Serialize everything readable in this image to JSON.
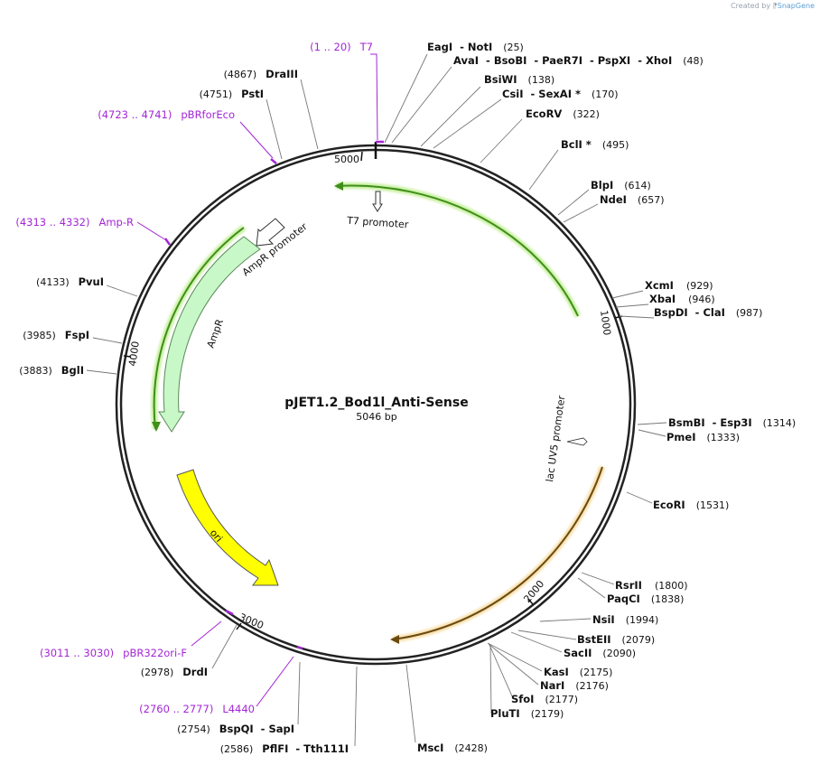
{
  "credit": {
    "prefix": "Created by",
    "brand": "SnapGene"
  },
  "plasmid": {
    "name": "pJET1.2_Bod1l_Anti-Sense",
    "length": "5046 bp"
  },
  "ticks": [
    "1000",
    "2000",
    "3000",
    "4000",
    "5000"
  ],
  "enzymes_right": [
    {
      "name": "EagI",
      "extra": [
        "NotI"
      ],
      "pos": "(25)"
    },
    {
      "name": "AvaI",
      "extra": [
        "BsoBI",
        "PaeR7I",
        "PspXI",
        "XhoI"
      ],
      "pos": "(48)"
    },
    {
      "name": "BsiWI",
      "extra": [],
      "pos": "(138)"
    },
    {
      "name": "CsiI",
      "extra": [
        "SexAI *"
      ],
      "pos": "(170)"
    },
    {
      "name": "EcoRV",
      "extra": [],
      "pos": "(322)"
    },
    {
      "name": "BclI *",
      "extra": [],
      "pos": "(495)"
    },
    {
      "name": "BlpI",
      "extra": [],
      "pos": "(614)"
    },
    {
      "name": "NdeI",
      "extra": [],
      "pos": "(657)"
    },
    {
      "name": "XcmI",
      "extra": [],
      "pos": "(929)"
    },
    {
      "name": "XbaI",
      "extra": [],
      "pos": "(946)"
    },
    {
      "name": "BspDI",
      "extra": [
        "ClaI"
      ],
      "pos": "(987)"
    },
    {
      "name": "BsmBI",
      "extra": [
        "Esp3I"
      ],
      "pos": "(1314)"
    },
    {
      "name": "PmeI",
      "extra": [],
      "pos": "(1333)"
    },
    {
      "name": "EcoRI",
      "extra": [],
      "pos": "(1531)"
    },
    {
      "name": "RsrII",
      "extra": [],
      "pos": "(1800)"
    },
    {
      "name": "PaqCI",
      "extra": [],
      "pos": "(1838)"
    },
    {
      "name": "NsiI",
      "extra": [],
      "pos": "(1994)"
    },
    {
      "name": "BstEII",
      "extra": [],
      "pos": "(2079)"
    },
    {
      "name": "SacII",
      "extra": [],
      "pos": "(2090)"
    },
    {
      "name": "KasI",
      "extra": [],
      "pos": "(2175)"
    },
    {
      "name": "NarI",
      "extra": [],
      "pos": "(2176)"
    },
    {
      "name": "SfoI",
      "extra": [],
      "pos": "(2177)"
    },
    {
      "name": "PluTI",
      "extra": [],
      "pos": "(2179)"
    },
    {
      "name": "MscI",
      "extra": [],
      "pos": "(2428)"
    }
  ],
  "enzymes_left": [
    {
      "name": "DraIII",
      "extra": [],
      "pos": "(4867)"
    },
    {
      "name": "PstI",
      "extra": [],
      "pos": "(4751)"
    },
    {
      "name": "PvuI",
      "extra": [],
      "pos": "(4133)"
    },
    {
      "name": "FspI",
      "extra": [],
      "pos": "(3985)"
    },
    {
      "name": "BglI",
      "extra": [],
      "pos": "(3883)"
    },
    {
      "name": "DrdI",
      "extra": [],
      "pos": "(2978)"
    },
    {
      "name": "BspQI",
      "extra": [
        "SapI"
      ],
      "pos": "(2754)"
    },
    {
      "name": "PflFI",
      "extra": [
        "Tth111I"
      ],
      "pos": "(2586)"
    }
  ],
  "primers": [
    {
      "range": "(1 .. 20)",
      "name": "T7"
    },
    {
      "range": "(4723 .. 4741)",
      "name": "pBRforEco"
    },
    {
      "range": "(4313 .. 4332)",
      "name": "Amp-R"
    },
    {
      "range": "(3011 .. 3030)",
      "name": "pBR322ori-F"
    },
    {
      "range": "(2760 .. 2777)",
      "name": "L4440"
    }
  ],
  "features": {
    "t7_promoter": "T7 promoter",
    "ampr_promoter": "AmpR promoter",
    "ampr": "AmpR",
    "ori": "ori",
    "lac_promoter": "lac UV5 promoter"
  },
  "colors": {
    "backbone": "#222222",
    "primer": "#a326d6",
    "insert_green": "#3f8f1a",
    "insert_green_glow": "#c8f0a0",
    "insert_orange": "#c98518",
    "insert_orange_glow": "#f7dfaa",
    "ampr_fill": "#c8f7c8",
    "ori_fill": "#ffff00"
  }
}
